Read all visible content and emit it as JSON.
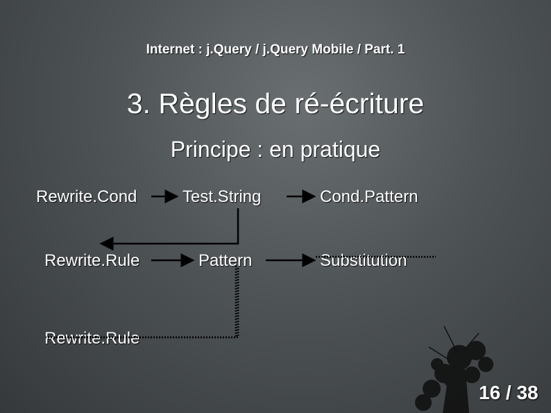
{
  "header": "Internet : j.Query / j.Query Mobile / Part. 1",
  "title": "3. Règles de ré-écriture",
  "subtitle": "Principe : en pratique",
  "diagram": {
    "row1": [
      "Rewrite.Cond",
      "Test.String",
      "Cond.Pattern"
    ],
    "row2": [
      "Rewrite.Rule",
      "Pattern",
      "Substitution"
    ],
    "row3": [
      "Rewrite.Rule"
    ]
  },
  "page_number": "16 / 38",
  "colors": {
    "text": "#ffffff",
    "arrow": "#000000",
    "background": "#4e5356"
  }
}
